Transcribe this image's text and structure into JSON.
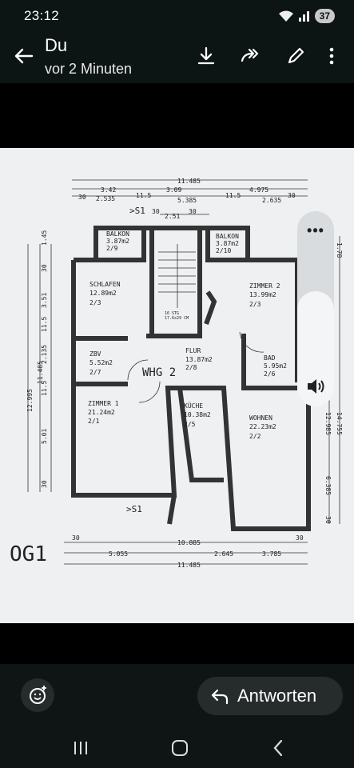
{
  "status_bar": {
    "time": "23:12",
    "battery": "37"
  },
  "header": {
    "title": "Du",
    "subtitle": "vor 2 Minuten"
  },
  "toolbar": {
    "icons": [
      "download-icon",
      "forward-icon",
      "edit-icon",
      "more-icon"
    ]
  },
  "side_panel": {
    "dots": "•••"
  },
  "plan": {
    "total_width": "11.485",
    "dims_top_row1": [
      "3.42",
      "3.09",
      "4.975"
    ],
    "dims_top_row2": [
      "30",
      "2.535",
      "11.5",
      "5.385",
      "11.5",
      "2.635",
      "30"
    ],
    "dims_stair": [
      "30",
      "2.51",
      "30"
    ],
    "dims_bottom_row1": [
      "30",
      "10.885",
      "30"
    ],
    "dims_bottom_row2": [
      "5.055",
      "2.645",
      "3.785"
    ],
    "section_marker": ">S1",
    "floor_label": "OG1",
    "unit_label": "WHG 2",
    "stair_note_1": "16 STG",
    "stair_note_2": "17.6x29 CM",
    "rooms": [
      {
        "name": "BALKON",
        "area": "3.87m2",
        "code": "2/9"
      },
      {
        "name": "BALKON",
        "area": "3.87m2",
        "code": "2/10"
      },
      {
        "name": "SCHLAFEN",
        "area": "12.89m2",
        "code": "2/3"
      },
      {
        "name": "ZIMMER 2",
        "area": "13.99m2",
        "code": "2/3"
      },
      {
        "name": "ZBV",
        "area": "5.52m2",
        "code": "2/7"
      },
      {
        "name": "FLUR",
        "area": "13.87m2",
        "code": "2/8"
      },
      {
        "name": "BAD",
        "area": "5.95m2",
        "code": "2/6"
      },
      {
        "name": "ZIMMER 1",
        "area": "21.24m2",
        "code": "2/1"
      },
      {
        "name": "KÜCHE",
        "area": "10.38m2",
        "code": "2/5"
      },
      {
        "name": "WOHNEN",
        "area": "22.23m2",
        "code": "2/2"
      }
    ],
    "left_dims": [
      "1.45",
      "30",
      "3.51",
      "11.5",
      "2.135",
      "11.5",
      "5.01",
      "30",
      "12.995",
      "11.485"
    ],
    "right_dims": [
      "1.78",
      "12.985",
      "14.755",
      "6.385",
      "30"
    ]
  },
  "bottom_bar": {
    "reply_label": "Antworten"
  }
}
